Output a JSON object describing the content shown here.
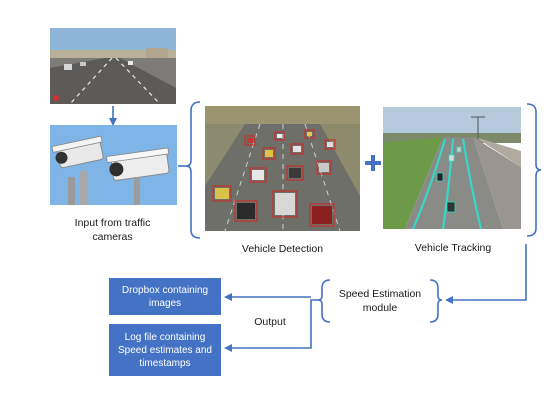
{
  "labels": {
    "input": [
      "Input from traffic",
      "cameras"
    ],
    "detection": "Vehicle Detection",
    "tracking": "Vehicle Tracking",
    "speed": [
      "Speed Estimation",
      "module"
    ],
    "output": "Output"
  },
  "boxes": {
    "dropbox": [
      "Dropbox containing",
      "images"
    ],
    "logfile": [
      "Log file containing",
      "Speed estimates and",
      "timestamps"
    ]
  },
  "colors": {
    "connector": "#4472c4",
    "box_fill": "#4472c4",
    "plus": "#4472c4"
  }
}
